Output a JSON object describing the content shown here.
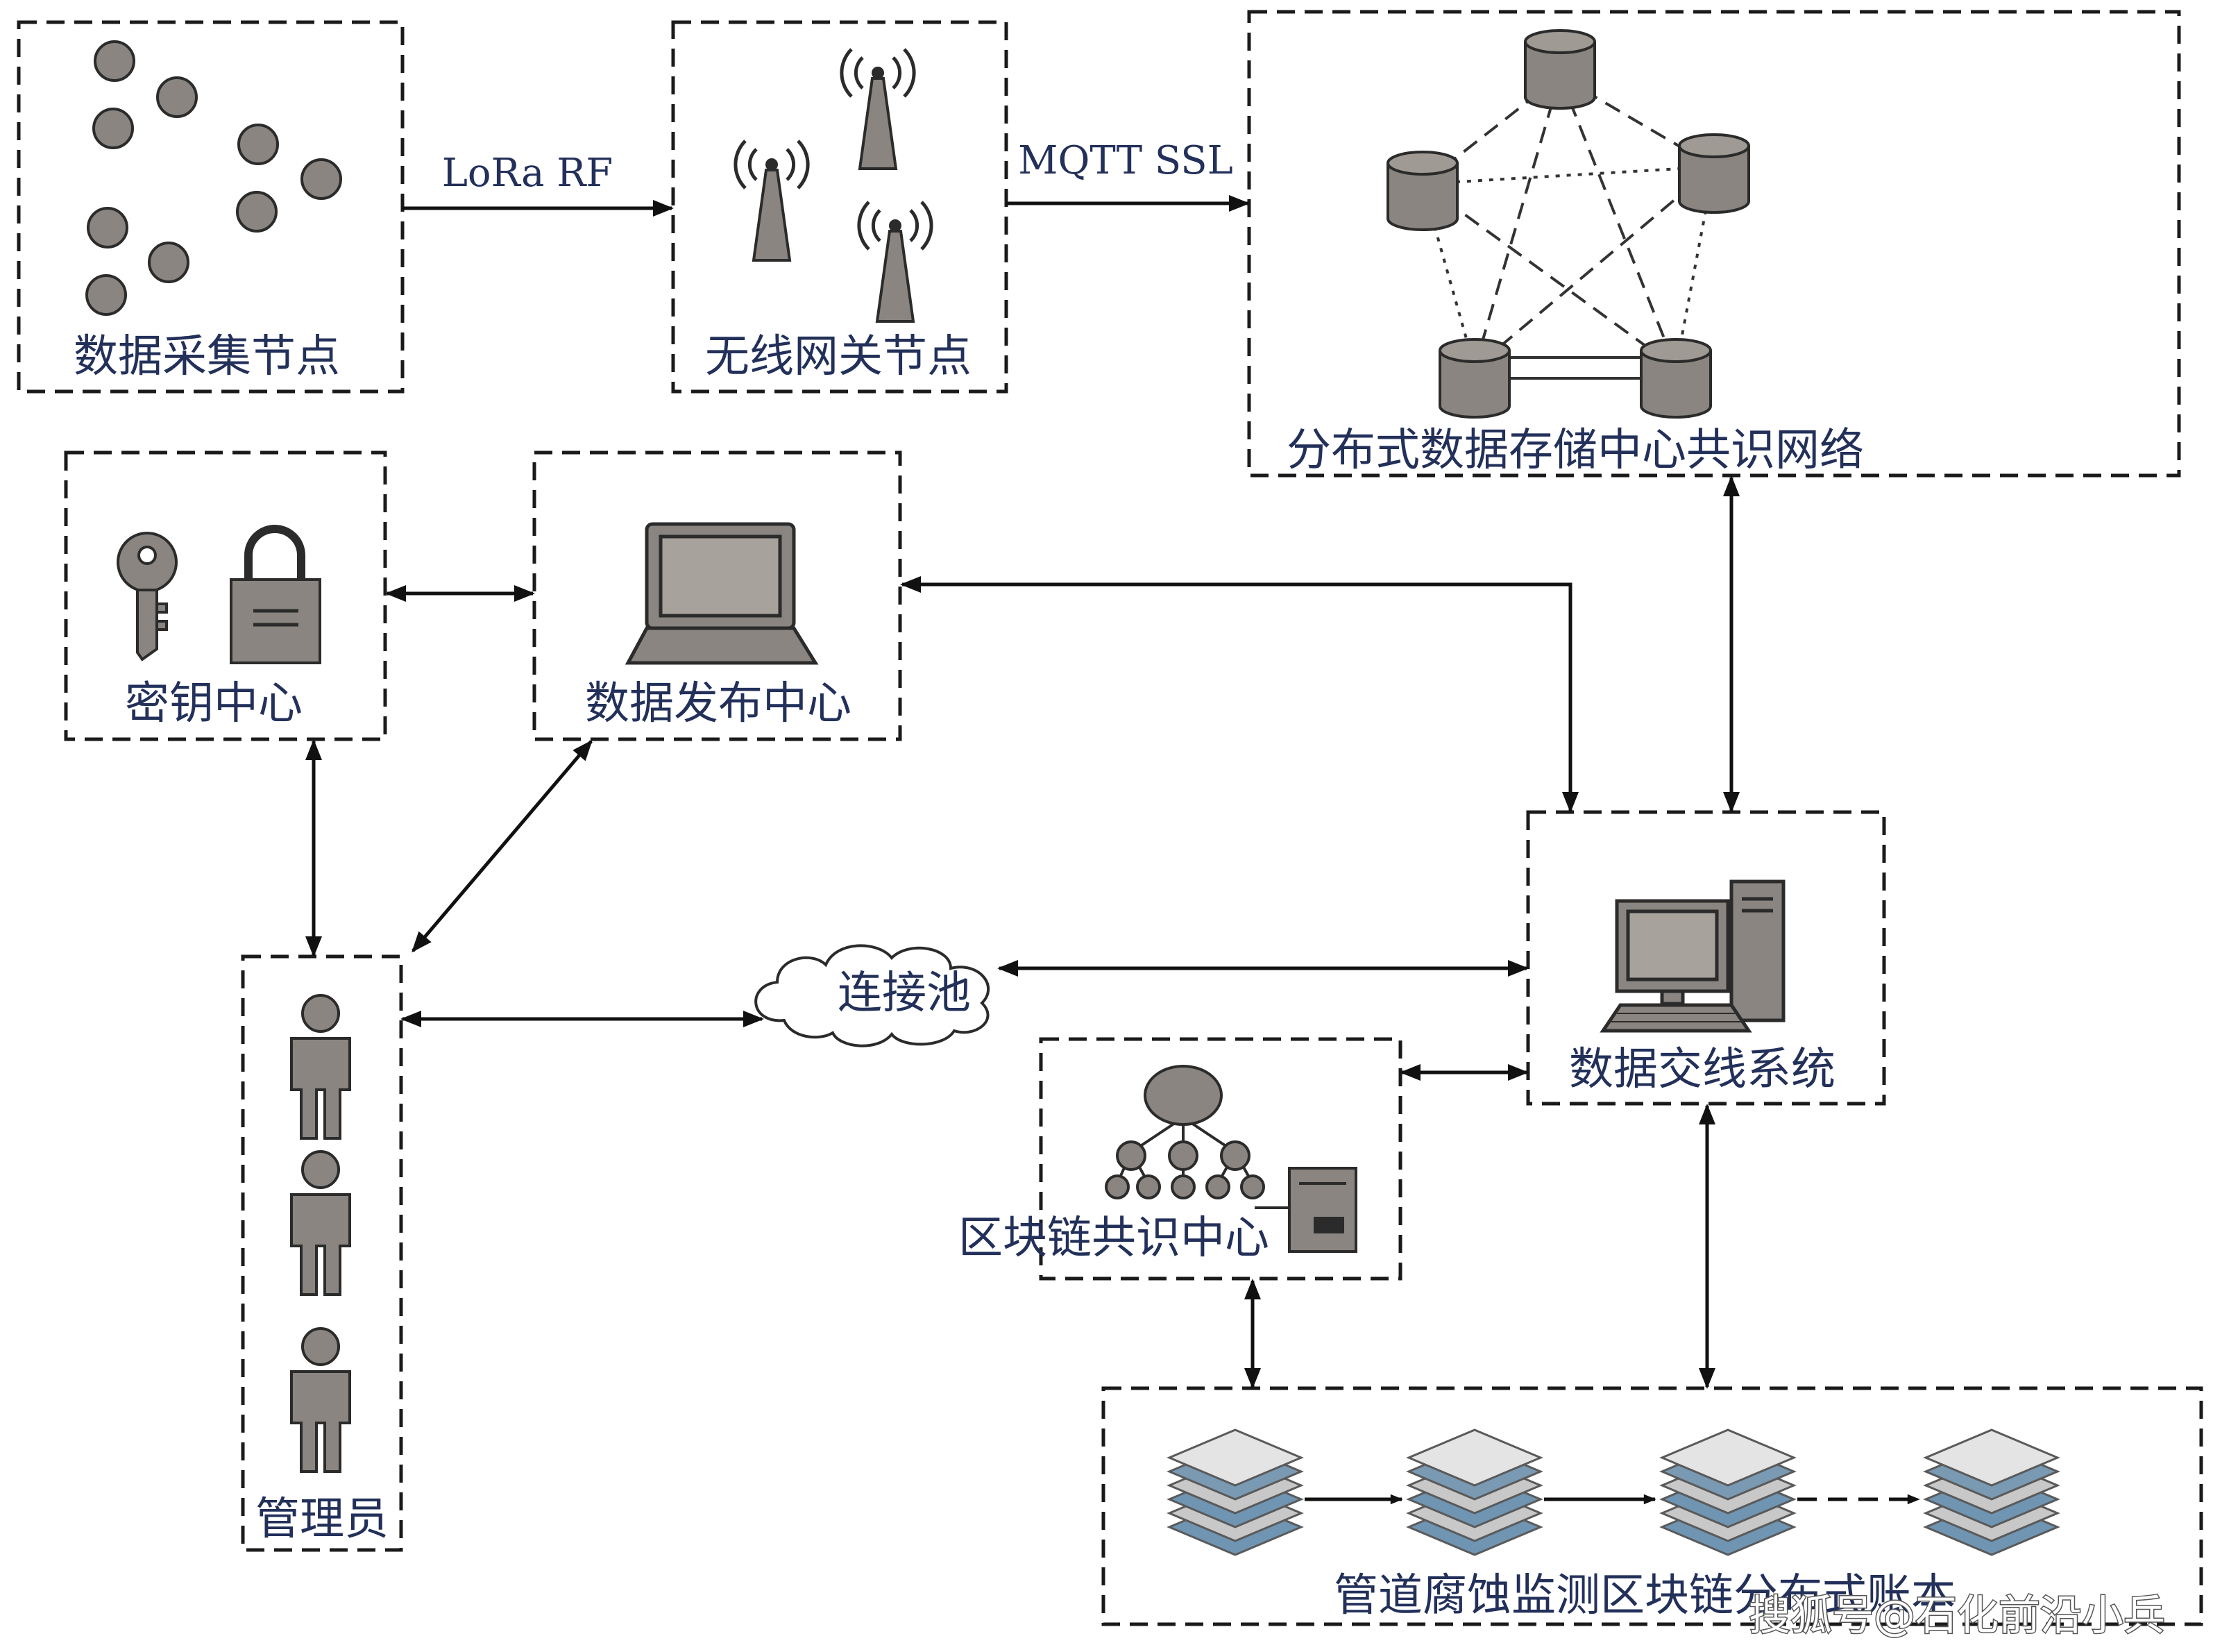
{
  "colors": {
    "label": "#22305a",
    "icon_fill": "#8a8580",
    "icon_stroke": "#2b2b2b",
    "line": "#111111"
  },
  "nodes": {
    "collect": "数据采集节点",
    "gateway": "无线网关节点",
    "storage": "分布式数据存储中心共识网络",
    "key": "密钥中心",
    "publish": "数据发布中心",
    "exchange": "数据交线系统",
    "admin": "管理员",
    "pool": "连接池",
    "consensus": "区块链共识中心",
    "ledger": "管道腐蚀监测区块链分布式账本"
  },
  "links": {
    "lora": "LoRa RF",
    "mqtt": "MQTT SSL"
  },
  "watermark": "搜狐号@石化前沿小兵"
}
